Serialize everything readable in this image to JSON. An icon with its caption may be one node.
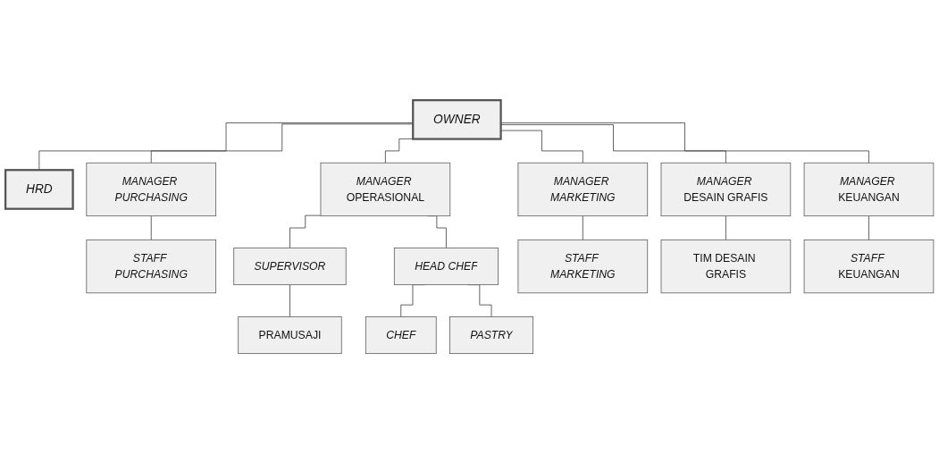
{
  "diagram": {
    "nodes": [
      {
        "text": [
          "OWNER"
        ]
      },
      {
        "text": [
          "HRD"
        ]
      },
      {
        "text": [
          "MANAGER PURCHASING"
        ]
      },
      {
        "text": [
          "*MANAGER* OPERASIONAL"
        ]
      },
      {
        "text": [
          "MANAGER MARKETING"
        ]
      },
      {
        "text": [
          "*MANAGER* DESAIN GRAFIS"
        ]
      },
      {
        "text": [
          "*MANAGER* KEUANGAN"
        ]
      },
      {
        "text": [
          "STAFF PURCHASING"
        ]
      },
      {
        "text": [
          "SUPERVISOR"
        ]
      },
      {
        "text": [
          "HEAD CHEF"
        ]
      },
      {
        "text": [
          "STAFF MARKETING"
        ]
      },
      {
        "text": [
          "TIM DESAIN GRAFIS"
        ]
      },
      {
        "text": [
          "*STAFF* KEUANGAN"
        ]
      },
      {
        "text": [
          "PRAMUSAJI"
        ]
      },
      {
        "text": [
          "CHEF"
        ]
      },
      {
        "text": [
          "PASTRY"
        ]
      }
    ],
    "edges": [
      {
        "from": 0,
        "to": 1,
        "arrow": "none"
      },
      {
        "from": 0,
        "to": 2,
        "arrow": "none"
      },
      {
        "from": 0,
        "to": 3,
        "arrow": "none"
      },
      {
        "from": 0,
        "to": 4,
        "arrow": "none"
      },
      {
        "from": 0,
        "to": 5,
        "arrow": "none"
      },
      {
        "from": 0,
        "to": 6,
        "arrow": "none"
      },
      {
        "from": 2,
        "to": 7,
        "arrow": "none"
      },
      {
        "from": 3,
        "to": 8,
        "arrow": "none"
      },
      {
        "from": 3,
        "to": 9,
        "arrow": "none"
      },
      {
        "from": 4,
        "to": 10,
        "arrow": "none"
      },
      {
        "from": 5,
        "to": 11,
        "arrow": "none"
      },
      {
        "from": 6,
        "to": 12,
        "arrow": "none"
      },
      {
        "from": 8,
        "to": 13,
        "arrow": "none"
      },
      {
        "from": 9,
        "to": 14,
        "arrow": "none"
      },
      {
        "from": 9,
        "to": 15,
        "arrow": "none"
      }
    ]
  }
}
